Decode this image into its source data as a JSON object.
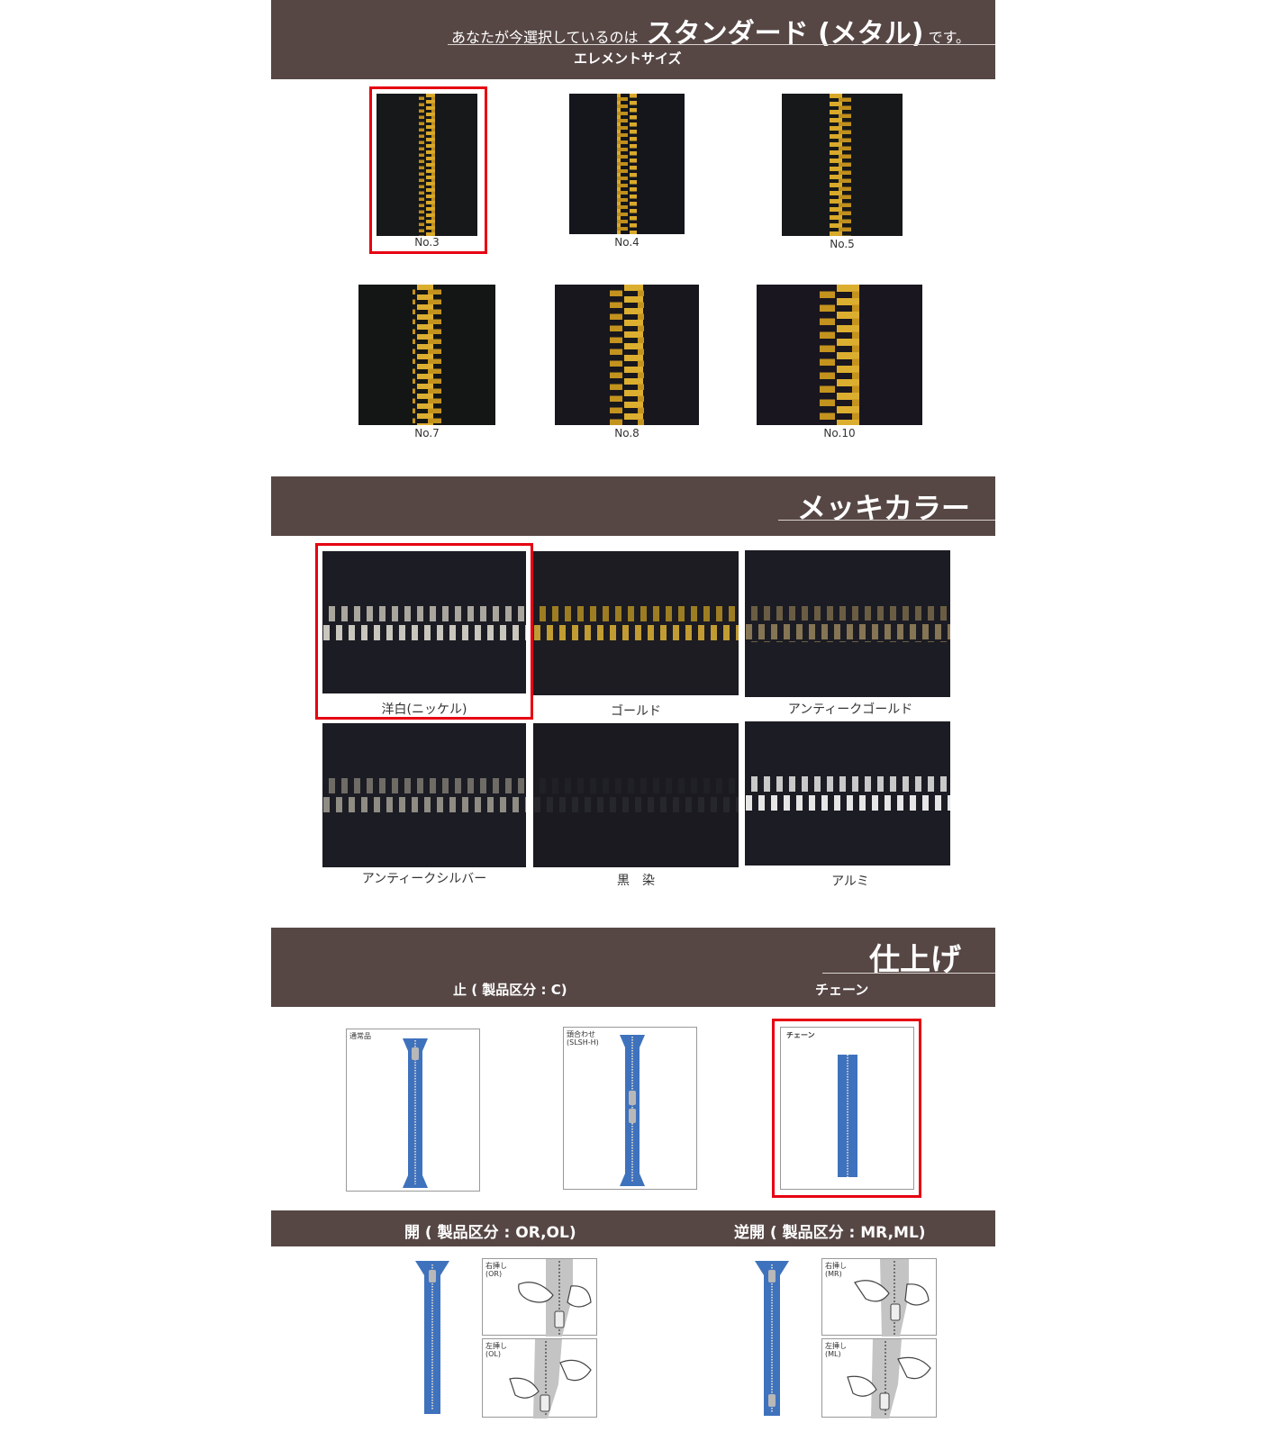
{
  "header": {
    "prefix": "あなたが今選択しているのは",
    "product": "スタンダード (メタル)",
    "suffix": "です。",
    "element_size_label": "エレメントサイズ"
  },
  "sizes": [
    {
      "label": "No.3",
      "selected": true
    },
    {
      "label": "No.4",
      "selected": false
    },
    {
      "label": "No.5",
      "selected": false
    },
    {
      "label": "No.7",
      "selected": false
    },
    {
      "label": "No.8",
      "selected": false
    },
    {
      "label": "No.10",
      "selected": false
    }
  ],
  "plating": {
    "title": "メッキカラー",
    "options": [
      {
        "label": "洋白(ニッケル)",
        "selected": true,
        "tooth_color": "#c9c6bd"
      },
      {
        "label": "ゴールド",
        "selected": false,
        "tooth_color": "#b8962e"
      },
      {
        "label": "アンティークゴールド",
        "selected": false,
        "tooth_color": "#7e6f4e"
      },
      {
        "label": "アンティークシルバー",
        "selected": false,
        "tooth_color": "#8f8c84"
      },
      {
        "label": "黒　染",
        "selected": false,
        "tooth_color": "#1d1d22"
      },
      {
        "label": "アルミ",
        "selected": false,
        "tooth_color": "#e2e2e2"
      }
    ]
  },
  "finish": {
    "title": "仕上げ",
    "closed_label": "止 ( 製品区分 : C)",
    "chain_label": "チェーン",
    "cards": [
      {
        "tag": "通常品",
        "selected": false
      },
      {
        "tag": "頭合わせ\n(SLSH-H)",
        "selected": false
      },
      {
        "tag": "チェーン",
        "selected": true
      }
    ],
    "open_label": "開 ( 製品区分 : OR,OL)",
    "reverse_label": "逆開 ( 製品区分 : MR,ML)",
    "open_diagrams": [
      "右挿し\n(OR)",
      "左挿し\n(OL)"
    ],
    "reverse_diagrams": [
      "右挿し\n(MR)",
      "左挿し\n(ML)"
    ]
  },
  "colors": {
    "band": "#564745",
    "selection": "#e60012",
    "tape_dark": "#1c1c24",
    "brass": "#d9a92a",
    "zipper_blue": "#3f72bd"
  }
}
